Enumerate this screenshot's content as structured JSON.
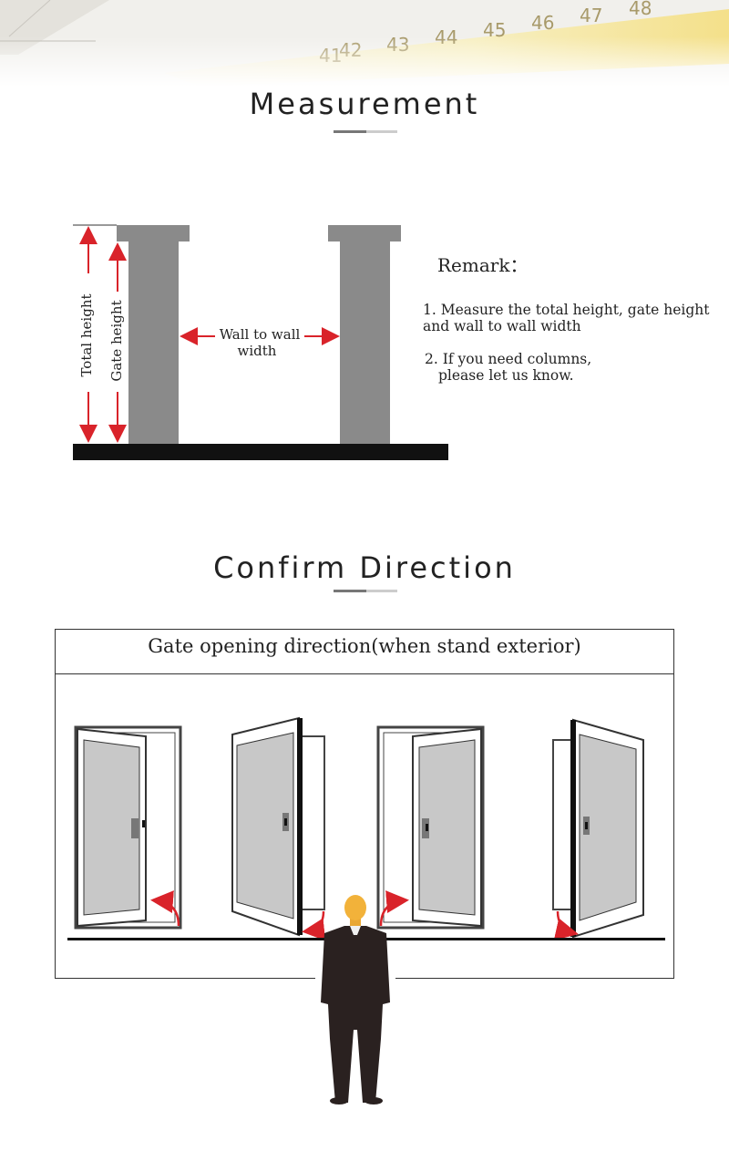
{
  "banner": {
    "ruler_numbers": [
      "41",
      "42",
      "43",
      "44",
      "45",
      "46",
      "47",
      "48"
    ]
  },
  "measurement": {
    "title": "Measurement",
    "total_height_label": "Total height",
    "gate_height_label": "Gate height",
    "wall_to_wall_line1": "Wall to wall",
    "wall_to_wall_line2": "width",
    "remark_title": "Remark：",
    "remark_1_line1": "1. Measure the total height, gate height",
    "remark_1_line2": "and wall  to wall width",
    "remark_2_line1": "2. If you need columns,",
    "remark_2_line2": "please let us know."
  },
  "direction": {
    "title": "Confirm Direction",
    "box_title": "Gate opening direction(when stand exterior)"
  },
  "colors": {
    "arrow_red": "#d9232a",
    "pillar_gray": "#8a8a8a",
    "door_gray": "#c8c8c8",
    "ground_black": "#111111",
    "person_skin": "#f2b23a",
    "person_suit": "#2a2120"
  }
}
